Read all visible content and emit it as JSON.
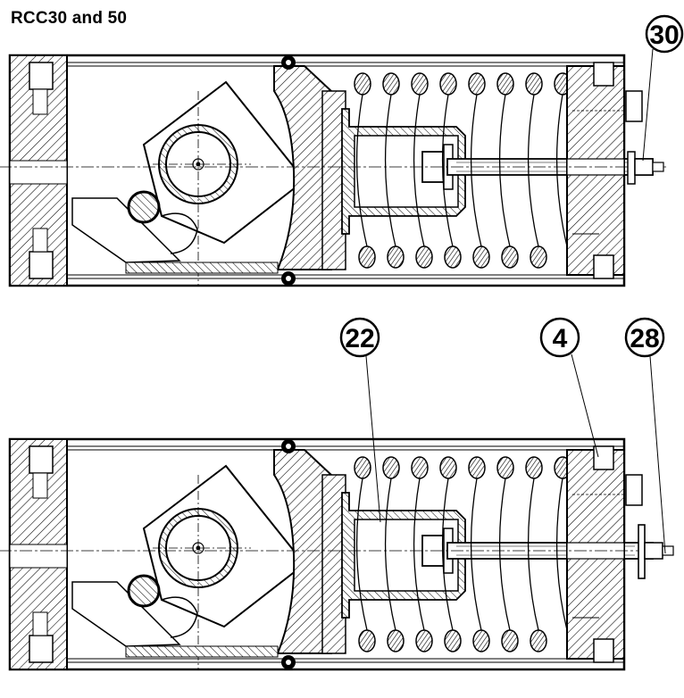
{
  "title": "RCC30 and 50",
  "callouts": {
    "top_view": [
      "30"
    ],
    "bottom_view": [
      "22",
      "4",
      "28"
    ]
  },
  "colors": {
    "ink": "#000000",
    "paper": "#ffffff"
  }
}
